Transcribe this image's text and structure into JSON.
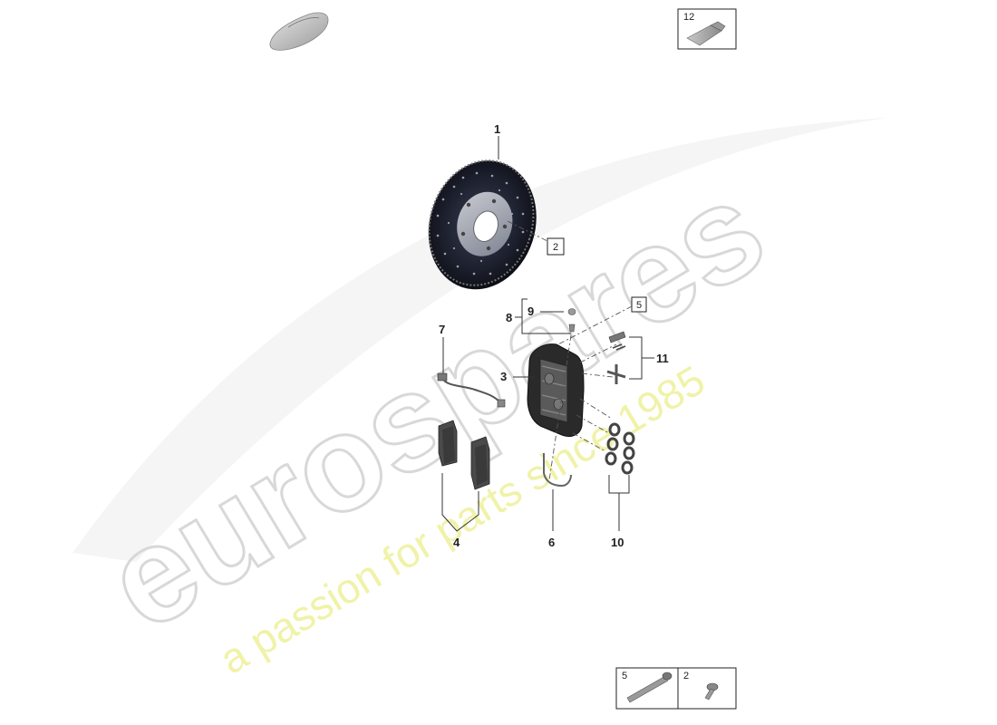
{
  "callouts": {
    "c1": "1",
    "c2": "2",
    "c3": "3",
    "c4": "4",
    "c5": "5",
    "c6": "6",
    "c7": "7",
    "c8": "8",
    "c9": "9",
    "c10": "10",
    "c11": "11",
    "c12": "12"
  },
  "legend": {
    "top_item": "12",
    "bottom_left_item": "5",
    "bottom_right_item": "2"
  },
  "watermark": {
    "brand": "eurospares",
    "tagline": "a passion for parts since 1985"
  },
  "colors": {
    "watermark_text": "#d8d8d8",
    "watermark_tagline": "#eef09a",
    "disc_dark": "#1e2230",
    "caliper": "#2a2a2a",
    "pad": "#4a4a4a"
  }
}
